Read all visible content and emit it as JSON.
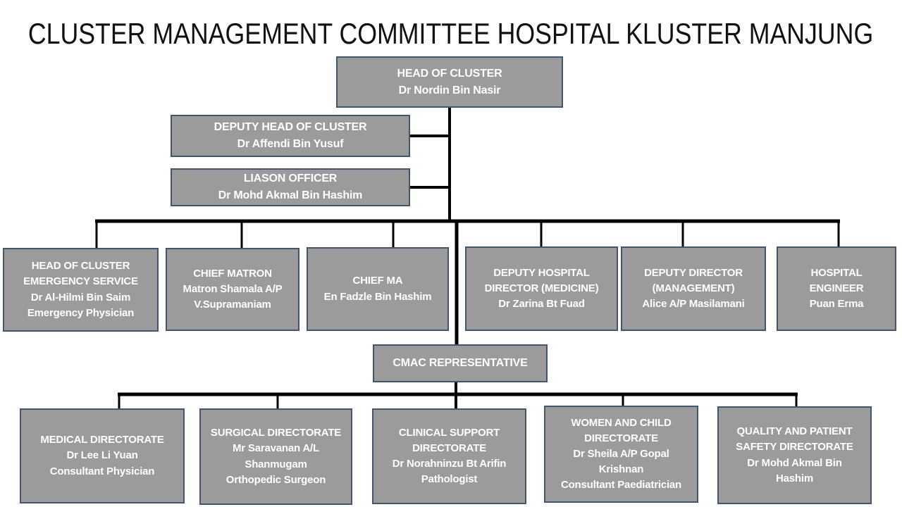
{
  "title": "CLUSTER MANAGEMENT COMMITTEE HOSPITAL KLUSTER MANJUNG",
  "colors": {
    "box_fill": "#9b9b9b",
    "box_border": "#44546a",
    "connector_line": "#000000",
    "box_text": "#ffffff",
    "title_text": "#111111",
    "background": "#ffffff"
  },
  "org_chart": {
    "head": {
      "lines": [
        "HEAD OF CLUSTER",
        "Dr Nordin Bin Nasir"
      ]
    },
    "deputy_head": {
      "lines": [
        "DEPUTY HEAD OF CLUSTER",
        "Dr Affendi Bin Yusuf"
      ]
    },
    "liaison_officer": {
      "lines": [
        "LIASON OFFICER",
        "Dr Mohd Akmal Bin Hashim"
      ]
    },
    "middle_row": [
      {
        "lines": [
          "HEAD OF CLUSTER",
          "EMERGENCY SERVICE",
          "Dr Al-Hilmi Bin Saim",
          "Emergency Physician"
        ]
      },
      {
        "lines": [
          "CHIEF MATRON",
          "Matron Shamala A/P",
          "V.Supramaniam"
        ]
      },
      {
        "lines": [
          "CHIEF MA",
          "En Fadzle Bin Hashim"
        ]
      },
      {
        "lines": [
          "DEPUTY HOSPITAL",
          "DIRECTOR (MEDICINE)",
          "Dr Zarina Bt Fuad"
        ]
      },
      {
        "lines": [
          "DEPUTY DIRECTOR",
          "(MANAGEMENT)",
          "Alice A/P Masilamani"
        ]
      },
      {
        "lines": [
          "HOSPITAL",
          "ENGINEER",
          "Puan Erma"
        ]
      }
    ],
    "cmac": {
      "lines": [
        "CMAC REPRESENTATIVE"
      ]
    },
    "bottom_row": [
      {
        "lines": [
          "MEDICAL DIRECTORATE",
          "Dr Lee Li Yuan",
          "Consultant Physician"
        ]
      },
      {
        "lines": [
          "SURGICAL DIRECTORATE",
          "Mr Saravanan A/L",
          "Shanmugam",
          "Orthopedic Surgeon"
        ]
      },
      {
        "lines": [
          "CLINICAL SUPPORT",
          "DIRECTORATE",
          "Dr Norahninzu Bt Arifin",
          "Pathologist"
        ]
      },
      {
        "lines": [
          "WOMEN AND CHILD",
          "DIRECTORATE",
          "Dr Sheila A/P Gopal",
          "Krishnan",
          "Consultant Paediatrician"
        ]
      },
      {
        "lines": [
          "QUALITY AND PATIENT",
          "SAFETY DIRECTORATE",
          "Dr Mohd Akmal Bin",
          "Hashim"
        ]
      }
    ]
  }
}
